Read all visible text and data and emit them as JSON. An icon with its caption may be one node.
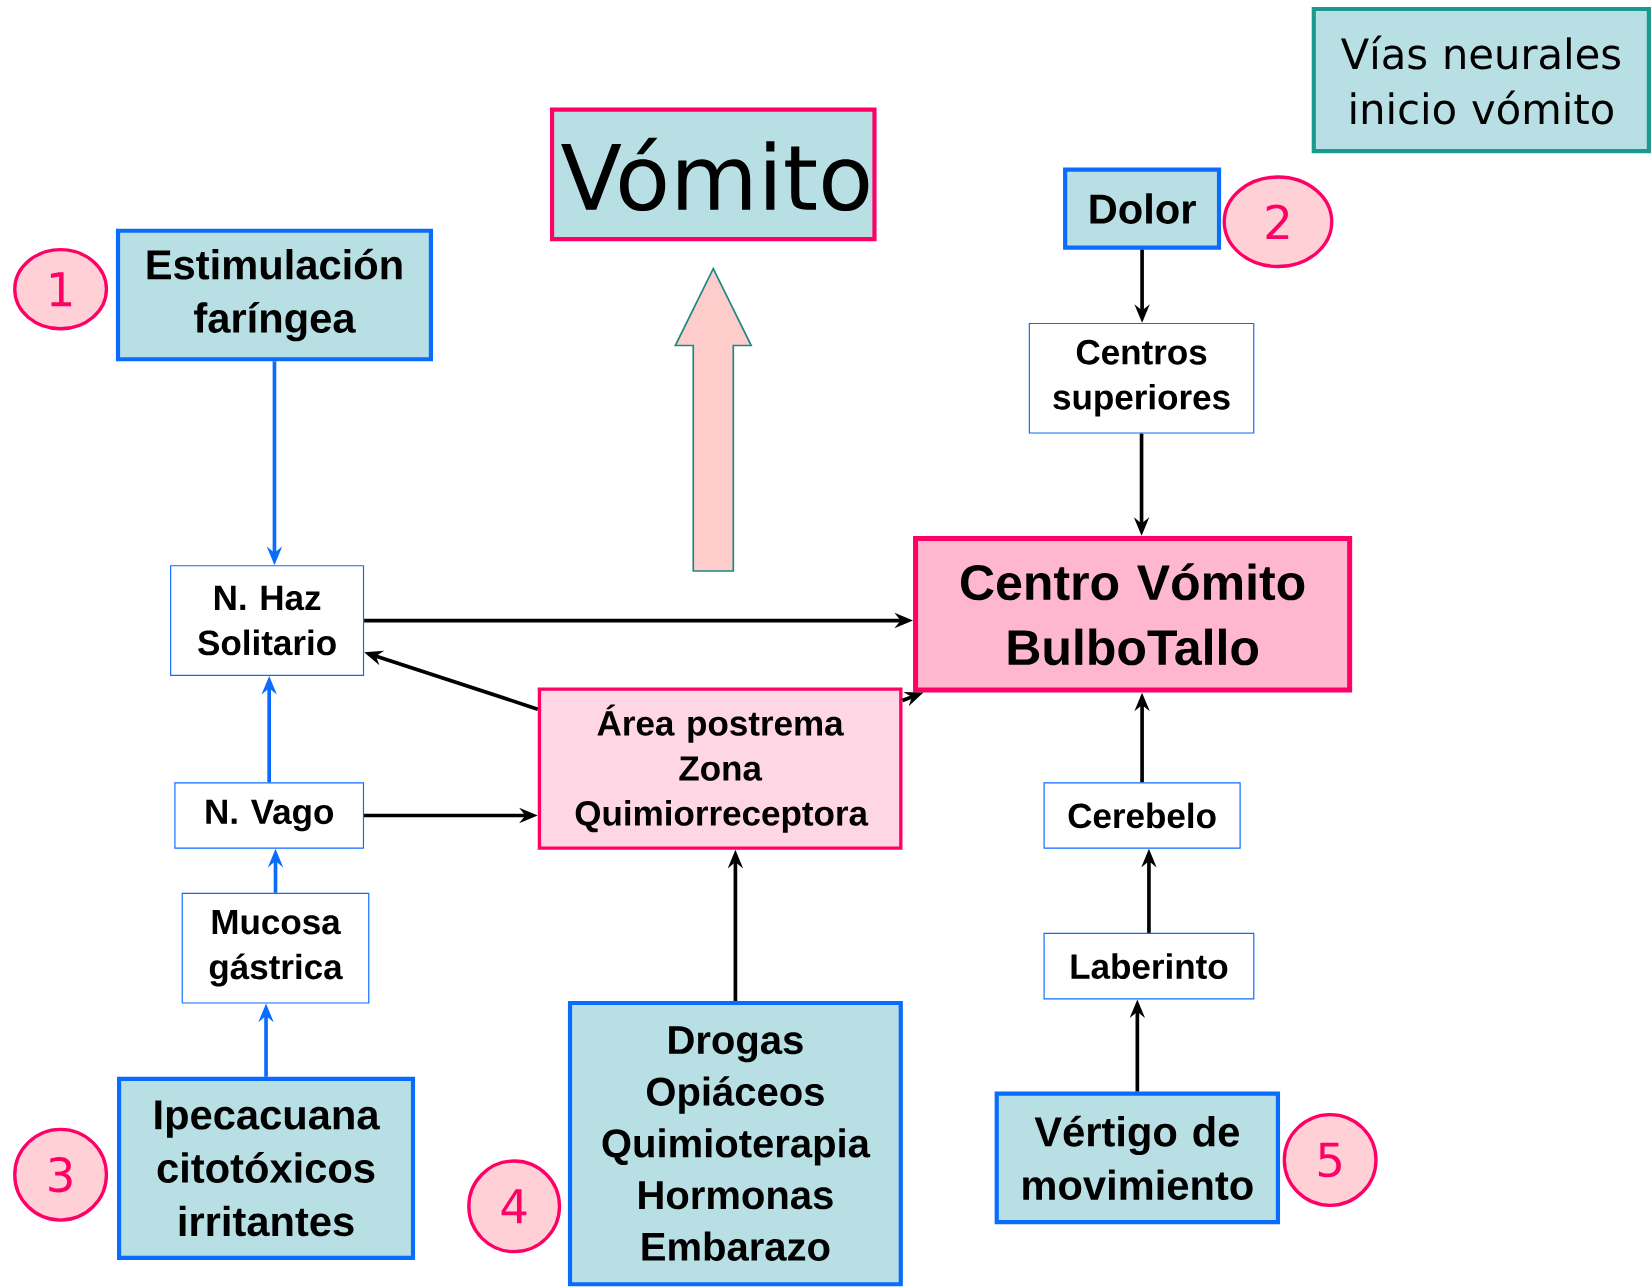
{
  "diagram": {
    "title": "Vías neurales inicio vómito",
    "nodes": [
      {
        "text": [
          "Vómito"
        ]
      },
      {
        "text": [
          "Estimulación faríngea"
        ]
      },
      {
        "text": [
          "1"
        ]
      },
      {
        "text": [
          "Dolor"
        ]
      },
      {
        "text": [
          "2"
        ]
      },
      {
        "text": [
          "Centros superiores"
        ]
      },
      {
        "text": [
          "N. Haz Solitario"
        ]
      },
      {
        "text": [
          "Centro Vómito BulboTallo"
        ]
      },
      {
        "text": [
          "Área postrema Zona Quimiorreceptora"
        ]
      },
      {
        "text": [
          "N. Vago"
        ]
      },
      {
        "text": [
          "Mucosa gástrica"
        ]
      },
      {
        "text": [
          "Cerebelo"
        ]
      },
      {
        "text": [
          "Laberinto"
        ]
      },
      {
        "text": [
          "Ipecacuana citotóxicos irritantes"
        ]
      },
      {
        "text": [
          "3"
        ]
      },
      {
        "text": [
          "Drogas Opiáceos Quimioterapia Hormonas Embarazo"
        ]
      },
      {
        "text": [
          "4"
        ]
      },
      {
        "text": [
          "Vértigo de movimiento"
        ]
      },
      {
        "text": [
          "5"
        ]
      }
    ],
    "edges": [
      {
        "from": null,
        "to": 0,
        "arrow": "to",
        "style": "thick"
      },
      {
        "from": 1,
        "to": 6,
        "arrow": "to",
        "color": "#0a6cff"
      },
      {
        "from": 3,
        "to": 5,
        "arrow": "to"
      },
      {
        "from": 5,
        "to": 7,
        "arrow": "to"
      },
      {
        "from": 6,
        "to": 7,
        "arrow": "to"
      },
      {
        "from": 8,
        "to": 6,
        "arrow": "to"
      },
      {
        "from": 8,
        "to": 7,
        "arrow": "to"
      },
      {
        "from": 9,
        "to": 6,
        "arrow": "to",
        "color": "#0a6cff"
      },
      {
        "from": 9,
        "to": 8,
        "arrow": "to"
      },
      {
        "from": 10,
        "to": 9,
        "arrow": "to",
        "color": "#0a6cff"
      },
      {
        "from": 11,
        "to": 7,
        "arrow": "to"
      },
      {
        "from": 12,
        "to": 11,
        "arrow": "to"
      },
      {
        "from": 13,
        "to": 10,
        "arrow": "to",
        "color": "#0a6cff"
      },
      {
        "from": 15,
        "to": 8,
        "arrow": "to"
      },
      {
        "from": 17,
        "to": 12,
        "arrow": "to"
      }
    ]
  }
}
